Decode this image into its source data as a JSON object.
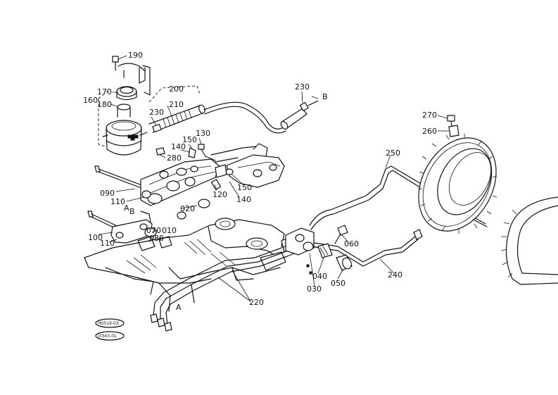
{
  "diagram": {
    "part_labels": [
      {
        "id": "190",
        "text": "190"
      },
      {
        "id": "170",
        "text": "170"
      },
      {
        "id": "160",
        "text": "160"
      },
      {
        "id": "180",
        "text": "180"
      },
      {
        "id": "200",
        "text": "200"
      },
      {
        "id": "210",
        "text": "210"
      },
      {
        "id": "230a",
        "text": "230"
      },
      {
        "id": "230b",
        "text": "230"
      },
      {
        "id": "b",
        "text": "B"
      },
      {
        "id": "130",
        "text": "130"
      },
      {
        "id": "150a",
        "text": "150"
      },
      {
        "id": "140a",
        "text": "140"
      },
      {
        "id": "280",
        "text": "280"
      },
      {
        "id": "090",
        "text": "090"
      },
      {
        "id": "110a",
        "text": "110"
      },
      {
        "id": "a1",
        "text": "A"
      },
      {
        "id": "b2",
        "text": "B"
      },
      {
        "id": "020",
        "text": "020"
      },
      {
        "id": "120",
        "text": "120"
      },
      {
        "id": "150b",
        "text": "150"
      },
      {
        "id": "140b",
        "text": "140"
      },
      {
        "id": "100",
        "text": "100"
      },
      {
        "id": "070",
        "text": "070"
      },
      {
        "id": "010",
        "text": "010"
      },
      {
        "id": "080",
        "text": "080"
      },
      {
        "id": "110b",
        "text": "110"
      },
      {
        "id": "250",
        "text": "250"
      },
      {
        "id": "270",
        "text": "270"
      },
      {
        "id": "260",
        "text": "260"
      },
      {
        "id": "060",
        "text": "060"
      },
      {
        "id": "040",
        "text": "040"
      },
      {
        "id": "030",
        "text": "030"
      },
      {
        "id": "050",
        "text": "050"
      },
      {
        "id": "240",
        "text": "240"
      },
      {
        "id": "220",
        "text": "220"
      },
      {
        "id": "a2",
        "text": "A"
      }
    ],
    "stamps": {
      "stamp1": "H0519-03",
      "stamp2": "J3343-01"
    }
  }
}
